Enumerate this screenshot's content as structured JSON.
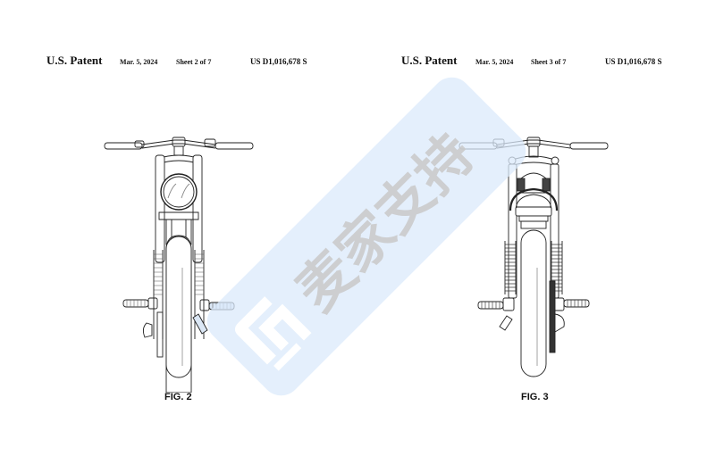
{
  "sheets": [
    {
      "title": "U.S. Patent",
      "date": "Mar. 5, 2024",
      "sheet": "Sheet 2 of 7",
      "patent_number": "US D1,016,678 S",
      "figure_label": "FIG. 2",
      "view": "front view of electric bike"
    },
    {
      "title": "U.S. Patent",
      "date": "Mar. 5, 2024",
      "sheet": "Sheet 3 of 7",
      "patent_number": "US D1,016,678 S",
      "figure_label": "FIG. 3",
      "view": "rear view of electric bike"
    }
  ],
  "watermark": {
    "text": "麦家支持",
    "badge_color": "#dbeafb",
    "text_color": "#c9c9c9",
    "logo": "maijia-logo-icon"
  }
}
